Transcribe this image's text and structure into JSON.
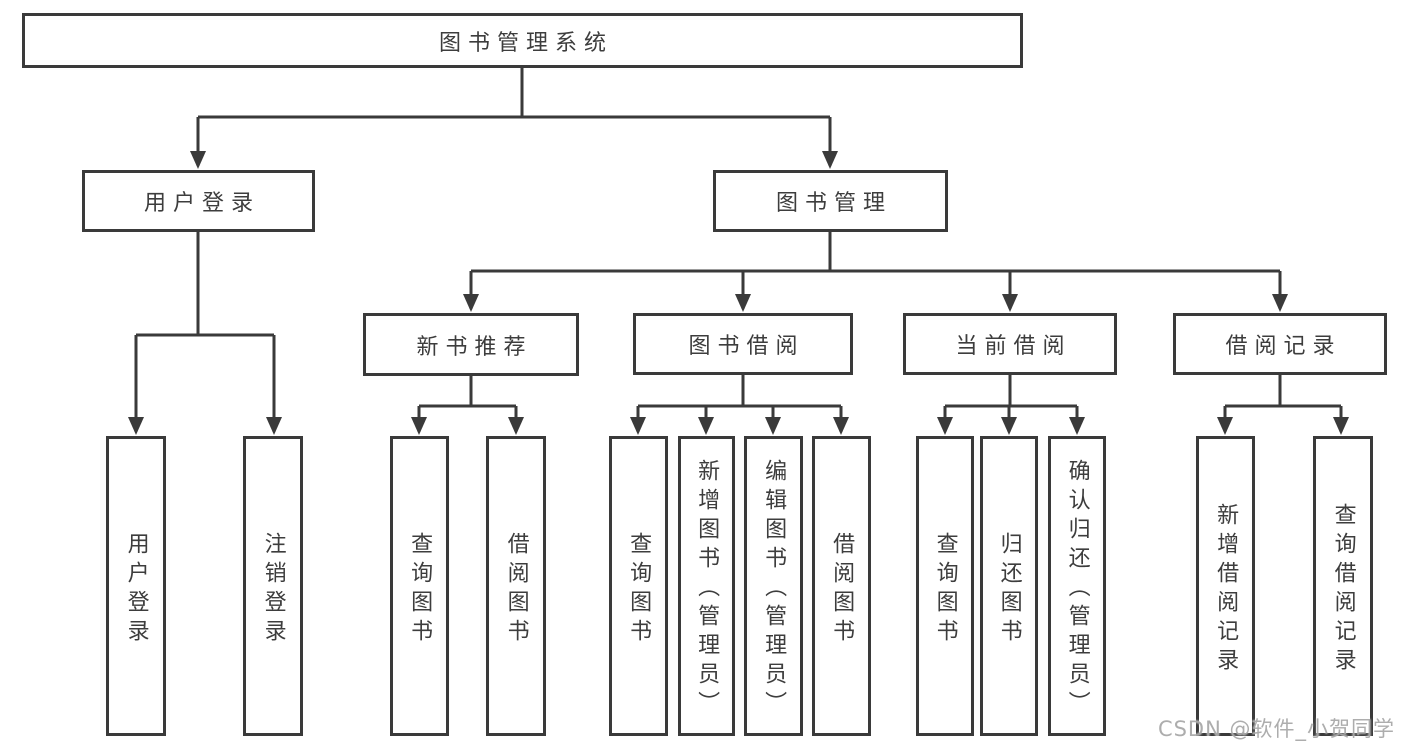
{
  "diagram": {
    "title_hint": "功能结构图",
    "colors": {
      "line": "#3a3a3a",
      "box_border": "#3a3a3a",
      "box_background": "#ffffff",
      "text": "#3d3d3d",
      "watermark": "#a9a9a9"
    },
    "tree": {
      "root": {
        "label": "图书管理系统",
        "children": [
          {
            "label": "用户登录",
            "children": [
              {
                "label": "用户登录"
              },
              {
                "label": "注销登录"
              }
            ]
          },
          {
            "label": "图书管理",
            "children": [
              {
                "label": "新书推荐",
                "children": [
                  {
                    "label": "查询图书"
                  },
                  {
                    "label": "借阅图书"
                  }
                ]
              },
              {
                "label": "图书借阅",
                "children": [
                  {
                    "label": "查询图书"
                  },
                  {
                    "label": "新增图书（管理员）"
                  },
                  {
                    "label": "编辑图书（管理员）"
                  },
                  {
                    "label": "借阅图书"
                  }
                ]
              },
              {
                "label": "当前借阅",
                "children": [
                  {
                    "label": "查询图书"
                  },
                  {
                    "label": "归还图书"
                  },
                  {
                    "label": "确认归还（管理员）"
                  }
                ]
              },
              {
                "label": "借阅记录",
                "children": [
                  {
                    "label": "新增借阅记录"
                  },
                  {
                    "label": "查询借阅记录"
                  }
                ]
              }
            ]
          }
        ]
      }
    },
    "watermark": {
      "text": "CSDN @软件_小贺同学"
    }
  }
}
